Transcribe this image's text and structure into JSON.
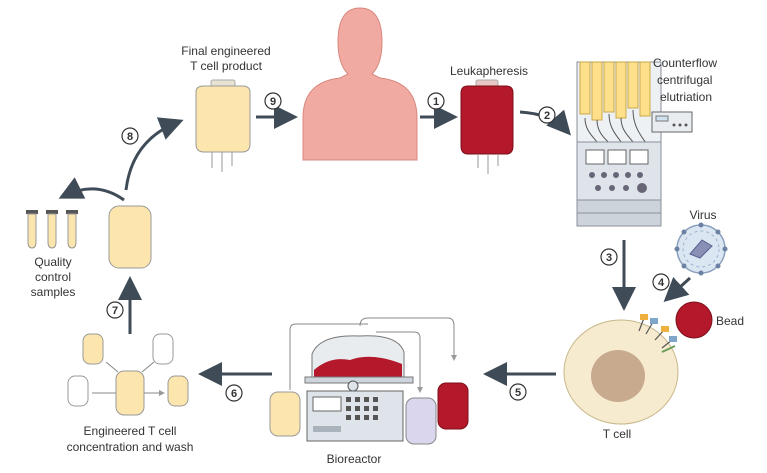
{
  "labels": {
    "final_product_line1": "Final engineered",
    "final_product_line2": "T cell product",
    "leukapheresis": "Leukapheresis",
    "elutriation_line1": "Counterflow",
    "elutriation_line2": "centrifugal",
    "elutriation_line3": "elutriation",
    "virus": "Virus",
    "bead": "Bead",
    "t_cell": "T cell",
    "bioreactor": "Bioreactor",
    "engineered_line1": "Engineered T cell",
    "engineered_line2": "concentration and wash",
    "qc_line1": "Quality",
    "qc_line2": "control",
    "qc_line3": "samples"
  },
  "steps": [
    "1",
    "2",
    "3",
    "4",
    "5",
    "6",
    "7",
    "8",
    "9"
  ],
  "colors": {
    "arrow": "#3f4b57",
    "skin": "#f1aaa2",
    "blood": "#b3192a",
    "product_bag": "#fde6ad",
    "machine": "#dfe4ea",
    "lavender": "#d9d6ee",
    "cell": "#f6ebcf",
    "nucleus": "#c8ab8f"
  }
}
